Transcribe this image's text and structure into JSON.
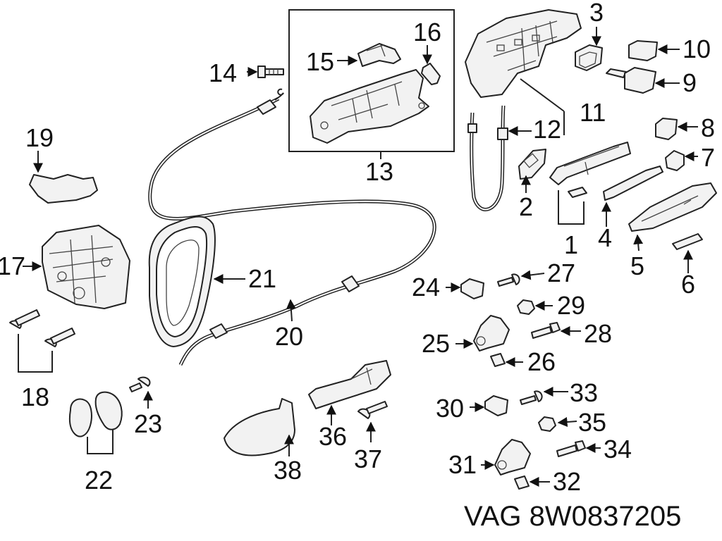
{
  "labels": {
    "l1": "1",
    "l2": "2",
    "l3": "3",
    "l4": "4",
    "l5": "5",
    "l6": "6",
    "l7": "7",
    "l8": "8",
    "l9": "9",
    "l10": "10",
    "l11": "11",
    "l12": "12",
    "l13": "13",
    "l14": "14",
    "l15": "15",
    "l16": "16",
    "l17": "17",
    "l18": "18",
    "l19": "19",
    "l20": "20",
    "l21": "21",
    "l22": "22",
    "l23": "23",
    "l24": "24",
    "l25": "25",
    "l26": "26",
    "l27": "27",
    "l28": "28",
    "l29": "29",
    "l30": "30",
    "l31": "31",
    "l32": "32",
    "l33": "33",
    "l34": "34",
    "l35": "35",
    "l36": "36",
    "l37": "37",
    "l38": "38"
  },
  "caption": "VAG 8W0837205"
}
